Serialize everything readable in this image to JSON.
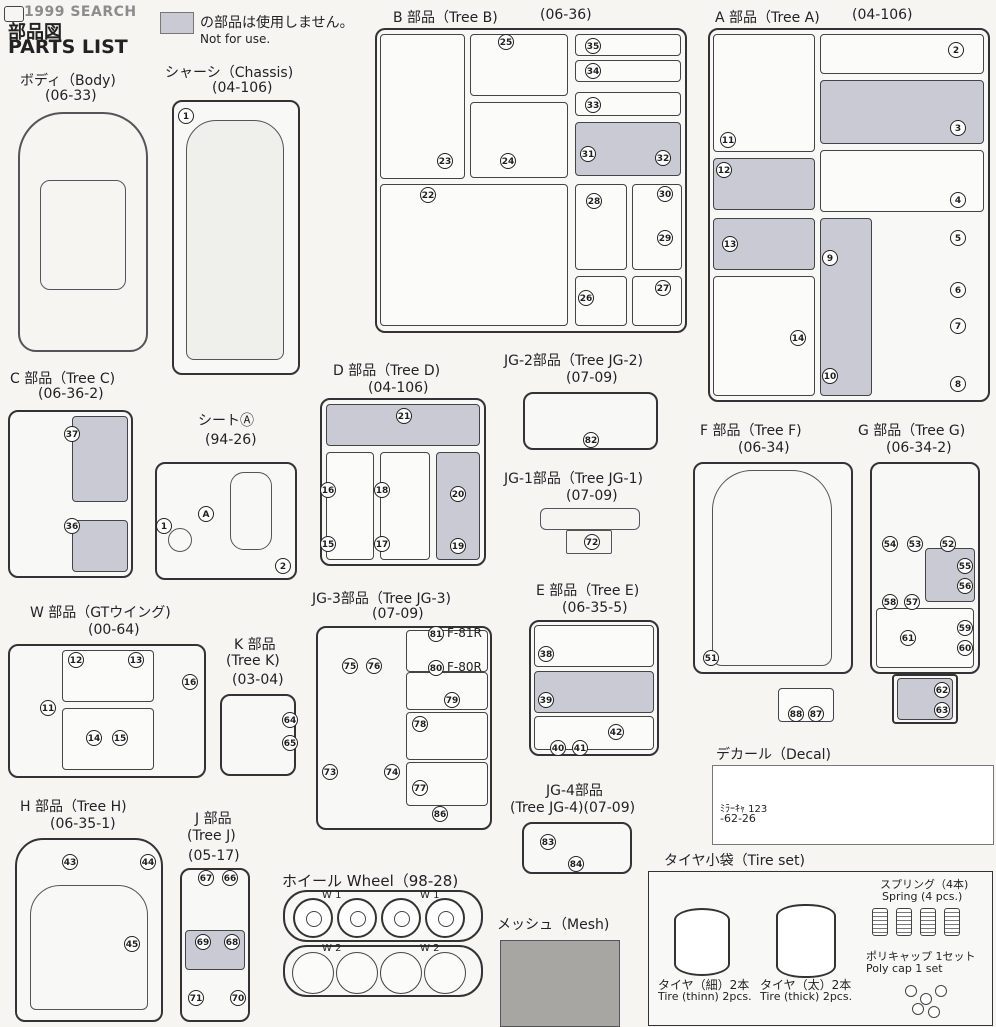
{
  "header": {
    "watermark": "1999 SEARCH",
    "title_jp": "部品図",
    "title_en": "PARTS LIST",
    "legend_text": "の部品は使用しません。",
    "legend_sub": "Not for use."
  },
  "sections": {
    "body": {
      "name": "ボディ（Body)",
      "code": "(06-33)"
    },
    "chassis": {
      "name": "シャーシ（Chassis)",
      "code": "(04-106)"
    },
    "tree_b": {
      "name": "B 部品（Tree B)",
      "code": "(06-36)"
    },
    "tree_a": {
      "name": "A 部品（Tree A)",
      "code": "(04-106)"
    },
    "tree_c": {
      "name": "C 部品（Tree C)",
      "code": "(06-36-2)"
    },
    "seat": {
      "name": "シートⒶ",
      "code": "(94-26)"
    },
    "tree_d": {
      "name": "D 部品（Tree D)",
      "code": "(04-106)"
    },
    "tree_jg2": {
      "name": "JG-2部品（Tree JG-2)",
      "code": "(07-09)"
    },
    "tree_jg1": {
      "name": "JG-1部品（Tree JG-1)",
      "code": "(07-09)"
    },
    "tree_f": {
      "name": "F 部品（Tree F)",
      "code": "(06-34)"
    },
    "tree_g": {
      "name": "G 部品（Tree G)",
      "code": "(06-34-2)"
    },
    "tree_w": {
      "name": "W 部品（GTウイング)",
      "code": "(00-64)"
    },
    "tree_k": {
      "name": "K 部品",
      "name2": "(Tree K)",
      "code": "(03-04)"
    },
    "tree_jg3": {
      "name": "JG-3部品（Tree JG-3)",
      "code": "(07-09)"
    },
    "tree_e": {
      "name": "E 部品（Tree E)",
      "code": "(06-35-5)"
    },
    "decal": {
      "name": "デカール（Decal)"
    },
    "tree_jg4": {
      "name": "JG-4部品",
      "name2": "(Tree JG-4)(07-09)"
    },
    "tree_h": {
      "name": "H 部品（Tree H)",
      "code": "(06-35-1)"
    },
    "tree_j": {
      "name": "J 部品",
      "name2": "(Tree J)",
      "code": "(05-17)"
    },
    "wheel": {
      "name": "ホイール Wheel（98-28)",
      "w1": "W 1",
      "w2": "W 2"
    },
    "mesh": {
      "name": "メッシュ（Mesh)"
    },
    "tireset": {
      "name": "タイヤ小袋（Tire set)",
      "spring_jp": "スプリング（4本)",
      "spring_en": "Spring (4 pcs.)",
      "polycap_jp": "ポリキャップ 1セット",
      "polycap_en": "Poly cap 1 set",
      "thin_jp": "タイヤ（細）2本",
      "thin_en": "Tire (thinn) 2pcs.",
      "thick_jp": "タイヤ（太）2本",
      "thick_en": "Tire (thick) 2pcs."
    }
  },
  "labels": {
    "seat_a": "A",
    "f81": "F-81R",
    "f80": "F-80R",
    "decal_line1": "ﾐﾗｰｷｬ 123",
    "decal_line2": "-62-26"
  },
  "parts": {
    "chassis": [
      "1"
    ],
    "tree_b": [
      "22",
      "23",
      "24",
      "25",
      "26",
      "27",
      "28",
      "29",
      "30",
      "31",
      "32",
      "33",
      "34",
      "35"
    ],
    "tree_a": [
      "2",
      "3",
      "4",
      "5",
      "6",
      "7",
      "8",
      "9",
      "10",
      "11",
      "12",
      "13",
      "14"
    ],
    "tree_c": [
      "36",
      "37"
    ],
    "seat": [
      "1",
      "2"
    ],
    "tree_d": [
      "15",
      "16",
      "17",
      "18",
      "19",
      "20",
      "21"
    ],
    "tree_jg2": [
      "82"
    ],
    "tree_jg1": [
      "72"
    ],
    "tree_f": [
      "51",
      "87",
      "88"
    ],
    "tree_g": [
      "52",
      "53",
      "54",
      "55",
      "56",
      "57",
      "58",
      "59",
      "60",
      "61",
      "62",
      "63"
    ],
    "tree_w": [
      "11",
      "12",
      "13",
      "14",
      "15",
      "16"
    ],
    "tree_k": [
      "64",
      "65"
    ],
    "tree_jg3": [
      "73",
      "74",
      "75",
      "76",
      "77",
      "78",
      "79",
      "80",
      "81",
      "86"
    ],
    "tree_e": [
      "38",
      "39",
      "40",
      "41",
      "42"
    ],
    "tree_jg4": [
      "83",
      "84"
    ],
    "tree_h": [
      "43",
      "44",
      "45"
    ],
    "tree_j": [
      "66",
      "67",
      "68",
      "69",
      "70",
      "71"
    ]
  },
  "colors": {
    "not_for_use": "#c9cad4",
    "line": "#333333",
    "paper": "#f6f5f2"
  }
}
